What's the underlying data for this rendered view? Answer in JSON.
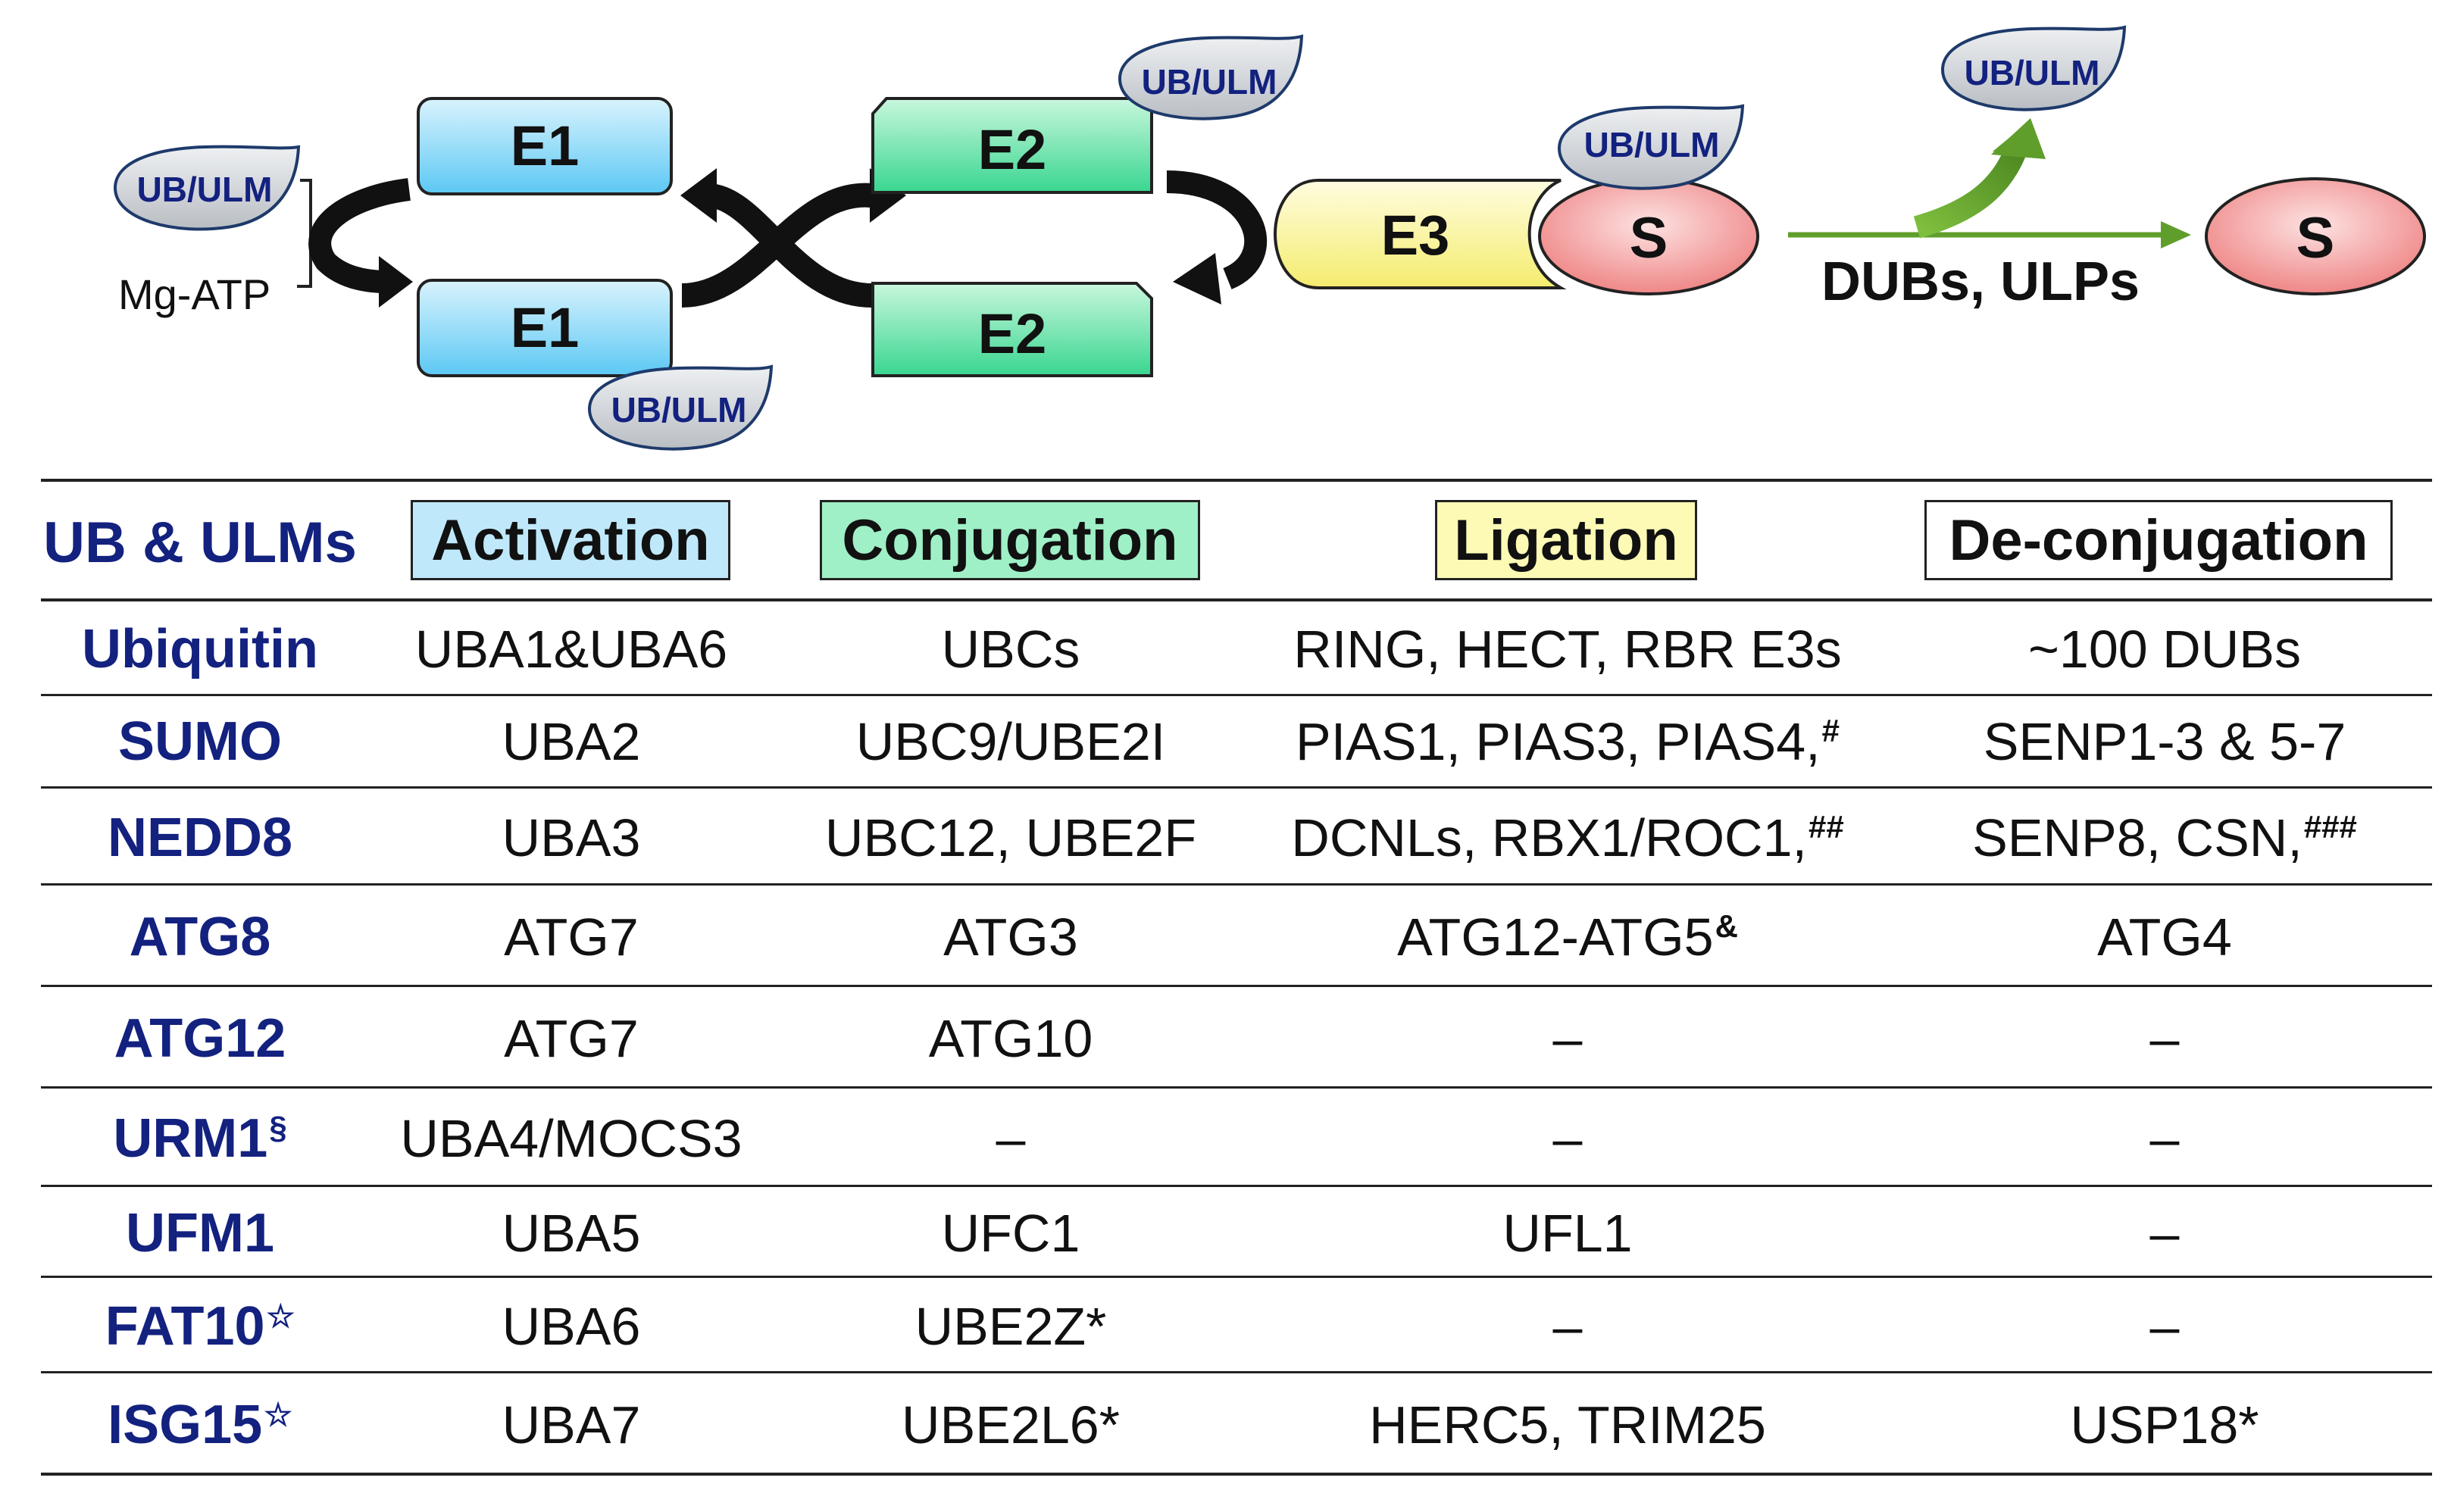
{
  "diagram": {
    "tag_label": "UB/ULM",
    "mg_atp": "Mg-ATP",
    "e1": "E1",
    "e2": "E2",
    "e3": "E3",
    "substrate": "S",
    "dubs_label": "DUBs, ULPs",
    "colors": {
      "e1": "#6fd0f6",
      "e2": "#4ddc9c",
      "e3": "#f7f08a",
      "substrate": "#f08c8c",
      "tag": "#c9cdd2",
      "tag_text": "#13217f",
      "arrow_green": "#5f9e2b"
    }
  },
  "table": {
    "headers": {
      "first": "UB & ULMs",
      "activation": "Activation",
      "conjugation": "Conjugation",
      "ligation": "Ligation",
      "deconjugation": "De-conjugation"
    },
    "header_colors": {
      "activation": "#bfe9fb",
      "conjugation": "#9ff0c7",
      "ligation": "#fdfab5",
      "deconjugation": "#ffffff"
    },
    "rows": [
      {
        "name": "Ubiquitin",
        "name_mark": "",
        "activation": "UBA1&UBA6",
        "conjugation": "UBCs",
        "ligation": "RING, HECT, RBR E3s",
        "ligation_mark": "",
        "deconj": "~100 DUBs",
        "deconj_mark": ""
      },
      {
        "name": "SUMO",
        "name_mark": "",
        "activation": "UBA2",
        "conjugation": "UBC9/UBE2I",
        "ligation": "PIAS1, PIAS3, PIAS4,",
        "ligation_mark": "#",
        "deconj": "SENP1-3 & 5-7",
        "deconj_mark": ""
      },
      {
        "name": "NEDD8",
        "name_mark": "",
        "activation": "UBA3",
        "conjugation": "UBC12, UBE2F",
        "ligation": "DCNLs, RBX1/ROC1,",
        "ligation_mark": "##",
        "deconj": "SENP8, CSN,",
        "deconj_mark": "###"
      },
      {
        "name": "ATG8",
        "name_mark": "",
        "activation": "ATG7",
        "conjugation": "ATG3",
        "ligation": "ATG12-ATG5",
        "ligation_mark": "&",
        "deconj": "ATG4",
        "deconj_mark": ""
      },
      {
        "name": "ATG12",
        "name_mark": "",
        "activation": "ATG7",
        "conjugation": "ATG10",
        "ligation": "–",
        "ligation_mark": "",
        "deconj": "–",
        "deconj_mark": ""
      },
      {
        "name": "URM1",
        "name_mark": "§",
        "activation": "UBA4/MOCS3",
        "conjugation": "–",
        "ligation": "–",
        "ligation_mark": "",
        "deconj": "–",
        "deconj_mark": ""
      },
      {
        "name": "UFM1",
        "name_mark": "",
        "activation": "UBA5",
        "conjugation": "UFC1",
        "ligation": "UFL1",
        "ligation_mark": "",
        "deconj": "–",
        "deconj_mark": ""
      },
      {
        "name": "FAT10",
        "name_mark": "☆",
        "activation": "UBA6",
        "conjugation": "UBE2Z*",
        "ligation": "–",
        "ligation_mark": "",
        "deconj": "–",
        "deconj_mark": ""
      },
      {
        "name": "ISG15",
        "name_mark": "☆",
        "activation": "UBA7",
        "conjugation": "UBE2L6*",
        "ligation": "HERC5, TRIM25",
        "ligation_mark": "",
        "deconj": "USP18*",
        "deconj_mark": ""
      }
    ]
  }
}
